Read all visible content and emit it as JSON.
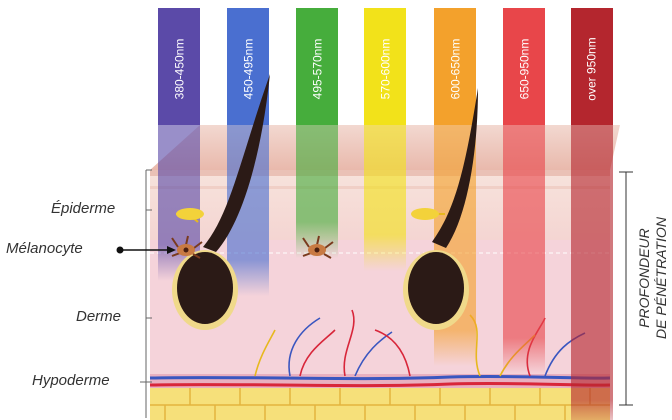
{
  "bands": [
    {
      "label": "380-450nm",
      "color": "#5b4aa8"
    },
    {
      "label": "450-495nm",
      "color": "#4a6fd0"
    },
    {
      "label": "495-570nm",
      "color": "#46ad3c"
    },
    {
      "label": "570-600nm",
      "color": "#f2e21a"
    },
    {
      "label": "600-650nm",
      "color": "#f3a12c"
    },
    {
      "label": "650-950nm",
      "color": "#e8464a"
    },
    {
      "label": "over 950nm",
      "color": "#b4262e"
    }
  ],
  "layers": {
    "epidermis": "Épiderme",
    "melanocyte": "Mélanocyte",
    "dermis": "Derme",
    "hypodermis": "Hypoderme"
  },
  "depth_label": {
    "line1": "PROFONDEUR",
    "line2": "DE PÉNÉTRATION"
  },
  "colors": {
    "skin_surface": "#f3cfc7",
    "dermis": "#f5d3da",
    "fat": "#f6e07a",
    "hair": "#2b1a16"
  }
}
